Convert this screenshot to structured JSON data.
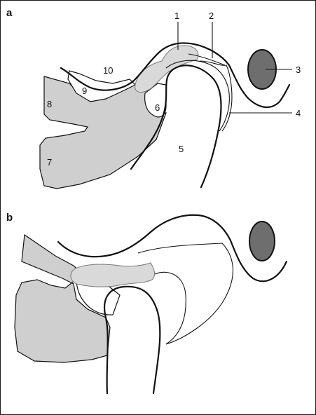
{
  "panels": {
    "a": {
      "label": "a",
      "callouts": {
        "c1": "1",
        "c2": "2",
        "c3": "3",
        "c4": "4",
        "c5": "5",
        "c6": "6",
        "c7": "7",
        "c8": "8",
        "c9": "9",
        "c10": "10"
      }
    },
    "b": {
      "label": "b"
    }
  },
  "colors": {
    "bone_grey": "#cfcfcf",
    "disc_grey": "#d9d9d9",
    "canal_dark": "#6e6e6e",
    "ink": "#111111"
  }
}
